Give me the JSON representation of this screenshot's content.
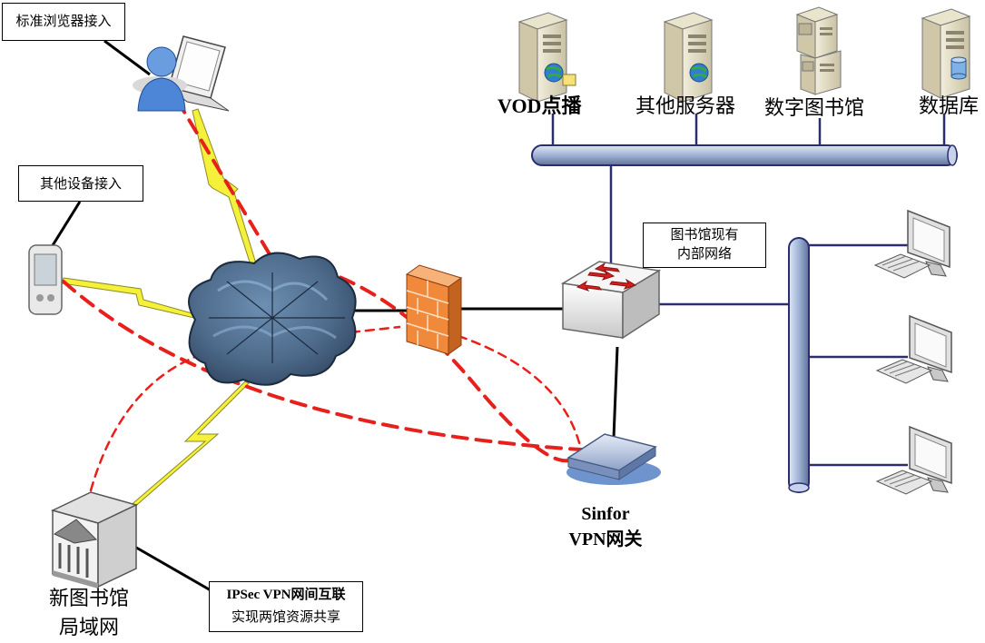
{
  "labels": {
    "browser_access": "标准浏览器接入",
    "other_devices": "其他设备接入",
    "vod": "VOD点播",
    "other_servers": "其他服务器",
    "digital_library": "数字图书馆",
    "database": "数据库",
    "internal_network_line1": "图书馆现有",
    "internal_network_line2": "内部网络",
    "sinfor_line1": "Sinfor",
    "sinfor_line2": "VPN网关",
    "new_library_line1": "新图书馆",
    "new_library_line2": "局域网",
    "ipsec_line1": "IPSec VPN网间互联",
    "ipsec_line2": "实现两馆资源共享"
  },
  "colors": {
    "vpn_tunnel": "#e8201c",
    "lightning": "#f5f03a",
    "bus_pipe": "#9fb3d6",
    "bus_line": "#2b2d6e",
    "cloud": "#5b7a9a",
    "firewall": "#f08a3a"
  },
  "icons": {
    "user": "user-laptop-icon",
    "pda": "pda-icon",
    "cloud": "internet-cloud-icon",
    "firewall": "firewall-icon",
    "switch": "switch-icon",
    "vpn": "vpn-gateway-icon",
    "library_building": "library-building-icon",
    "server": "server-tower-icon",
    "workstation": "workstation-icon"
  }
}
